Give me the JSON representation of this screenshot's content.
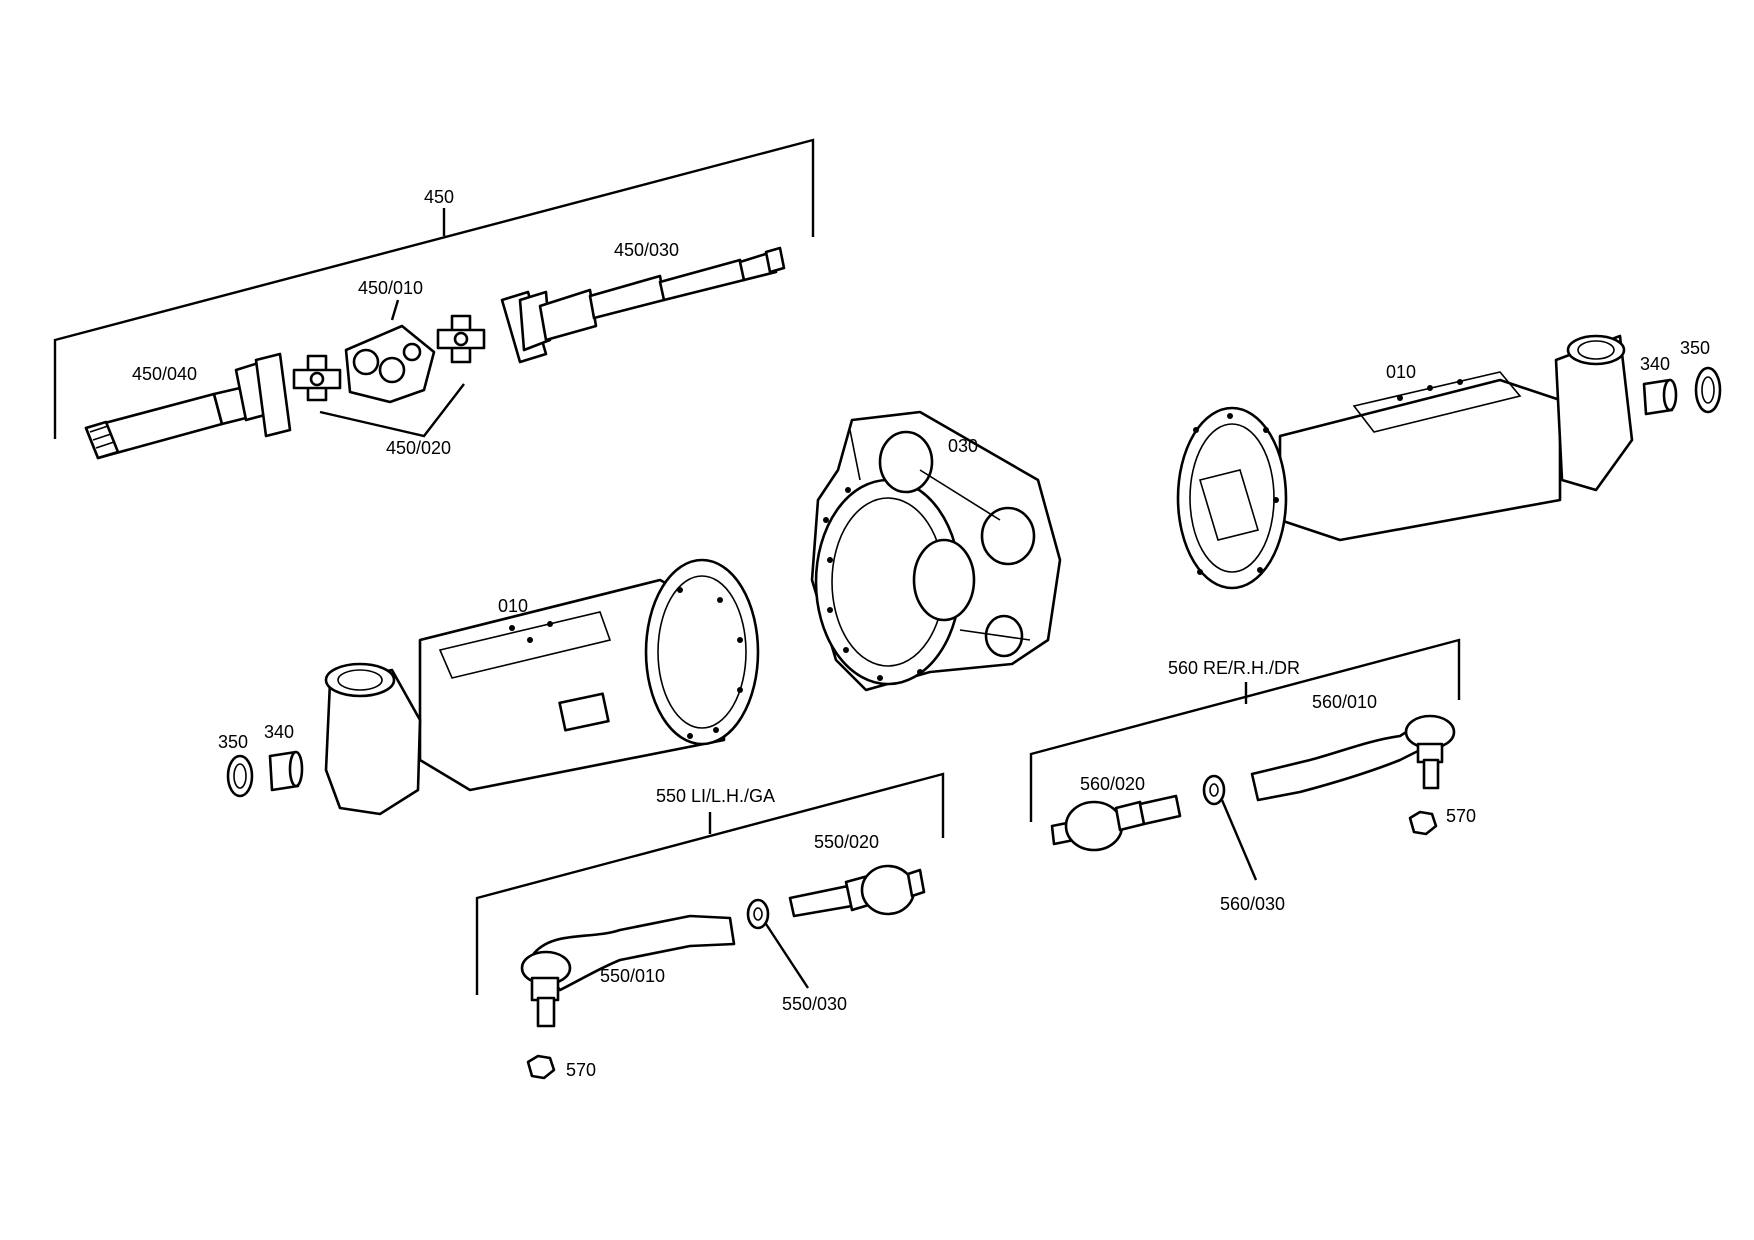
{
  "diagram": {
    "labels": {
      "l450": "450",
      "l450_010": "450/010",
      "l450_020": "450/020",
      "l450_030": "450/030",
      "l450_040": "450/040",
      "l030": "030",
      "l010_left": "010",
      "l010_right": "010",
      "l340_left": "340",
      "l350_left": "350",
      "l340_right": "340",
      "l350_right": "350",
      "l550": "550 LI/L.H./GA",
      "l550_010": "550/010",
      "l550_020": "550/020",
      "l550_030": "550/030",
      "l570_left": "570",
      "l560": "560 RE/R.H./DR",
      "l560_010": "560/010",
      "l560_020": "560/020",
      "l560_030": "560/030",
      "l570_right": "570"
    }
  }
}
